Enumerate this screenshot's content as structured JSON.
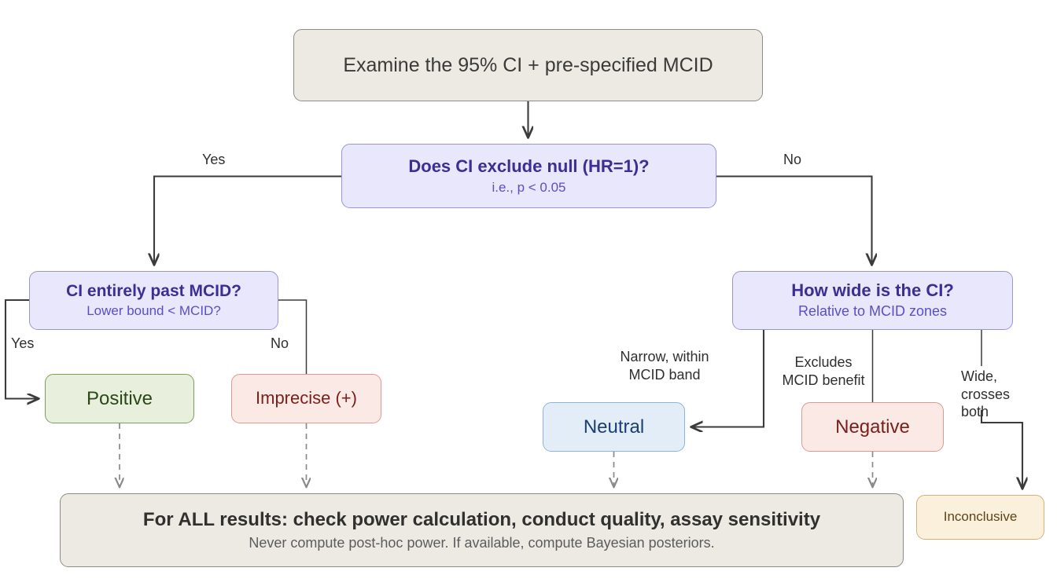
{
  "diagram": {
    "title": "Confidence interval interpretation decision tree",
    "colors": {
      "neutral_gray_fill": "#eceae3",
      "neutral_gray_border": "#8d8d86",
      "purple_fill": "#e9e7fb",
      "purple_border": "#9a93e0",
      "purple_text": "#3b2f93",
      "green_fill": "#e8efdc",
      "green_border": "#7ba05b",
      "green_text": "#2c4718",
      "pink_fill": "#fbe9e6",
      "pink_border": "#d99a8f",
      "pink_text": "#7a1f1a",
      "blue_fill": "#e3edf8",
      "blue_border": "#8db3d8",
      "blue_text": "#1b3f72",
      "beige_fill": "#faf0dc",
      "beige_border": "#d3b277",
      "beige_text": "#5c4418",
      "edge_stroke": "#3b3b3b",
      "dashed_edge_stroke": "#8a8a8a"
    },
    "nodes": {
      "root": {
        "title": "Examine the 95% CI + pre-specified MCID"
      },
      "q1": {
        "title": "Does CI exclude null (HR=1)?",
        "subtitle": "i.e., p < 0.05"
      },
      "q2": {
        "title": "CI entirely past MCID?",
        "subtitle": "Lower bound < MCID?"
      },
      "q3": {
        "title": "How wide is the CI?",
        "subtitle": "Relative to MCID zones"
      },
      "positive": {
        "title": "Positive"
      },
      "imprecise": {
        "title": "Imprecise (+)"
      },
      "neutral": {
        "title": "Neutral"
      },
      "negative": {
        "title": "Negative"
      },
      "inconclusive": {
        "title": "Inconclusive"
      },
      "footer": {
        "title": "For ALL results: check power calculation, conduct quality, assay sensitivity",
        "subtitle": "Never compute post-hoc power. If available, compute Bayesian posteriors."
      }
    },
    "edge_labels": {
      "yes_top": "Yes",
      "no_top": "No",
      "yes_left": "Yes",
      "no_left": "No",
      "narrow": "Narrow, within\nMCID band",
      "excludes": "Excludes\nMCID benefit",
      "wide": "Wide,\ncrosses both"
    }
  }
}
